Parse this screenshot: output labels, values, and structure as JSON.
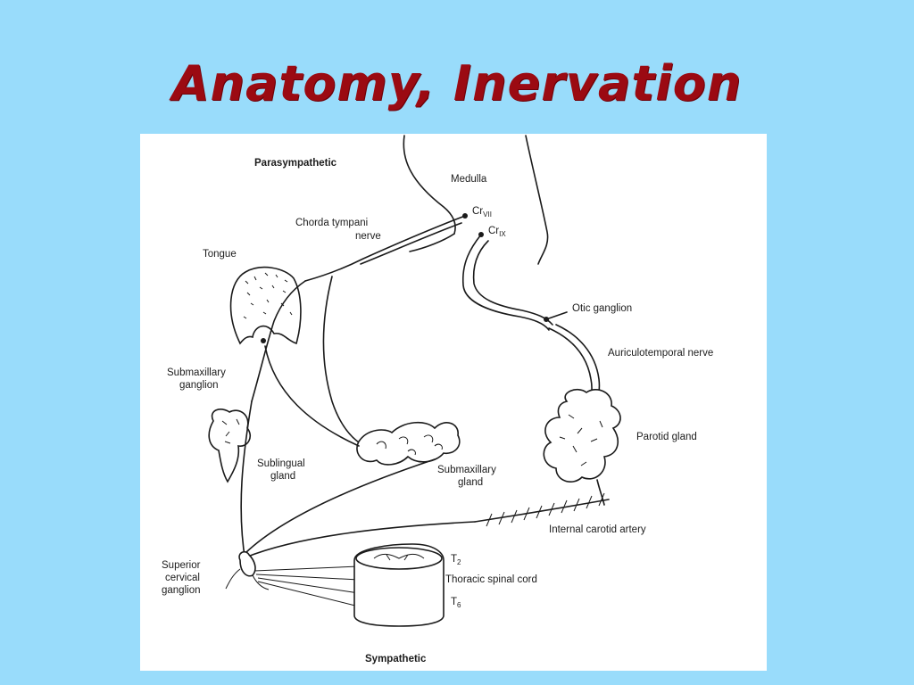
{
  "slide": {
    "title": "Anatomy, Inervation"
  },
  "diagram": {
    "header_label": "Parasympathetic",
    "footer_label": "Sympathetic",
    "labels": {
      "medulla": "Medulla",
      "cr_vii_main": "Cr",
      "cr_vii_sub": "VII",
      "cr_ix_main": "Cr",
      "cr_ix_sub": "IX",
      "chorda_line1": "Chorda tympani",
      "chorda_line2": "nerve",
      "tongue": "Tongue",
      "otic_ganglion": "Otic ganglion",
      "auriculotemporal": "Auriculotemporal nerve",
      "submax_ganglion_line1": "Submaxillary",
      "submax_ganglion_line2": "ganglion",
      "parotid_gland": "Parotid gland",
      "sublingual_line1": "Sublingual",
      "sublingual_line2": "gland",
      "submax_gland_line1": "Submaxillary",
      "submax_gland_line2": "gland",
      "internal_carotid": "Internal carotid artery",
      "superior_line1": "Superior",
      "superior_line2": "cervical",
      "superior_line3": "ganglion",
      "t2_main": "T",
      "t2_sub": "2",
      "thoracic_spinal_cord": "Thoracic spinal cord",
      "t6_main": "T",
      "t6_sub": "6"
    }
  }
}
